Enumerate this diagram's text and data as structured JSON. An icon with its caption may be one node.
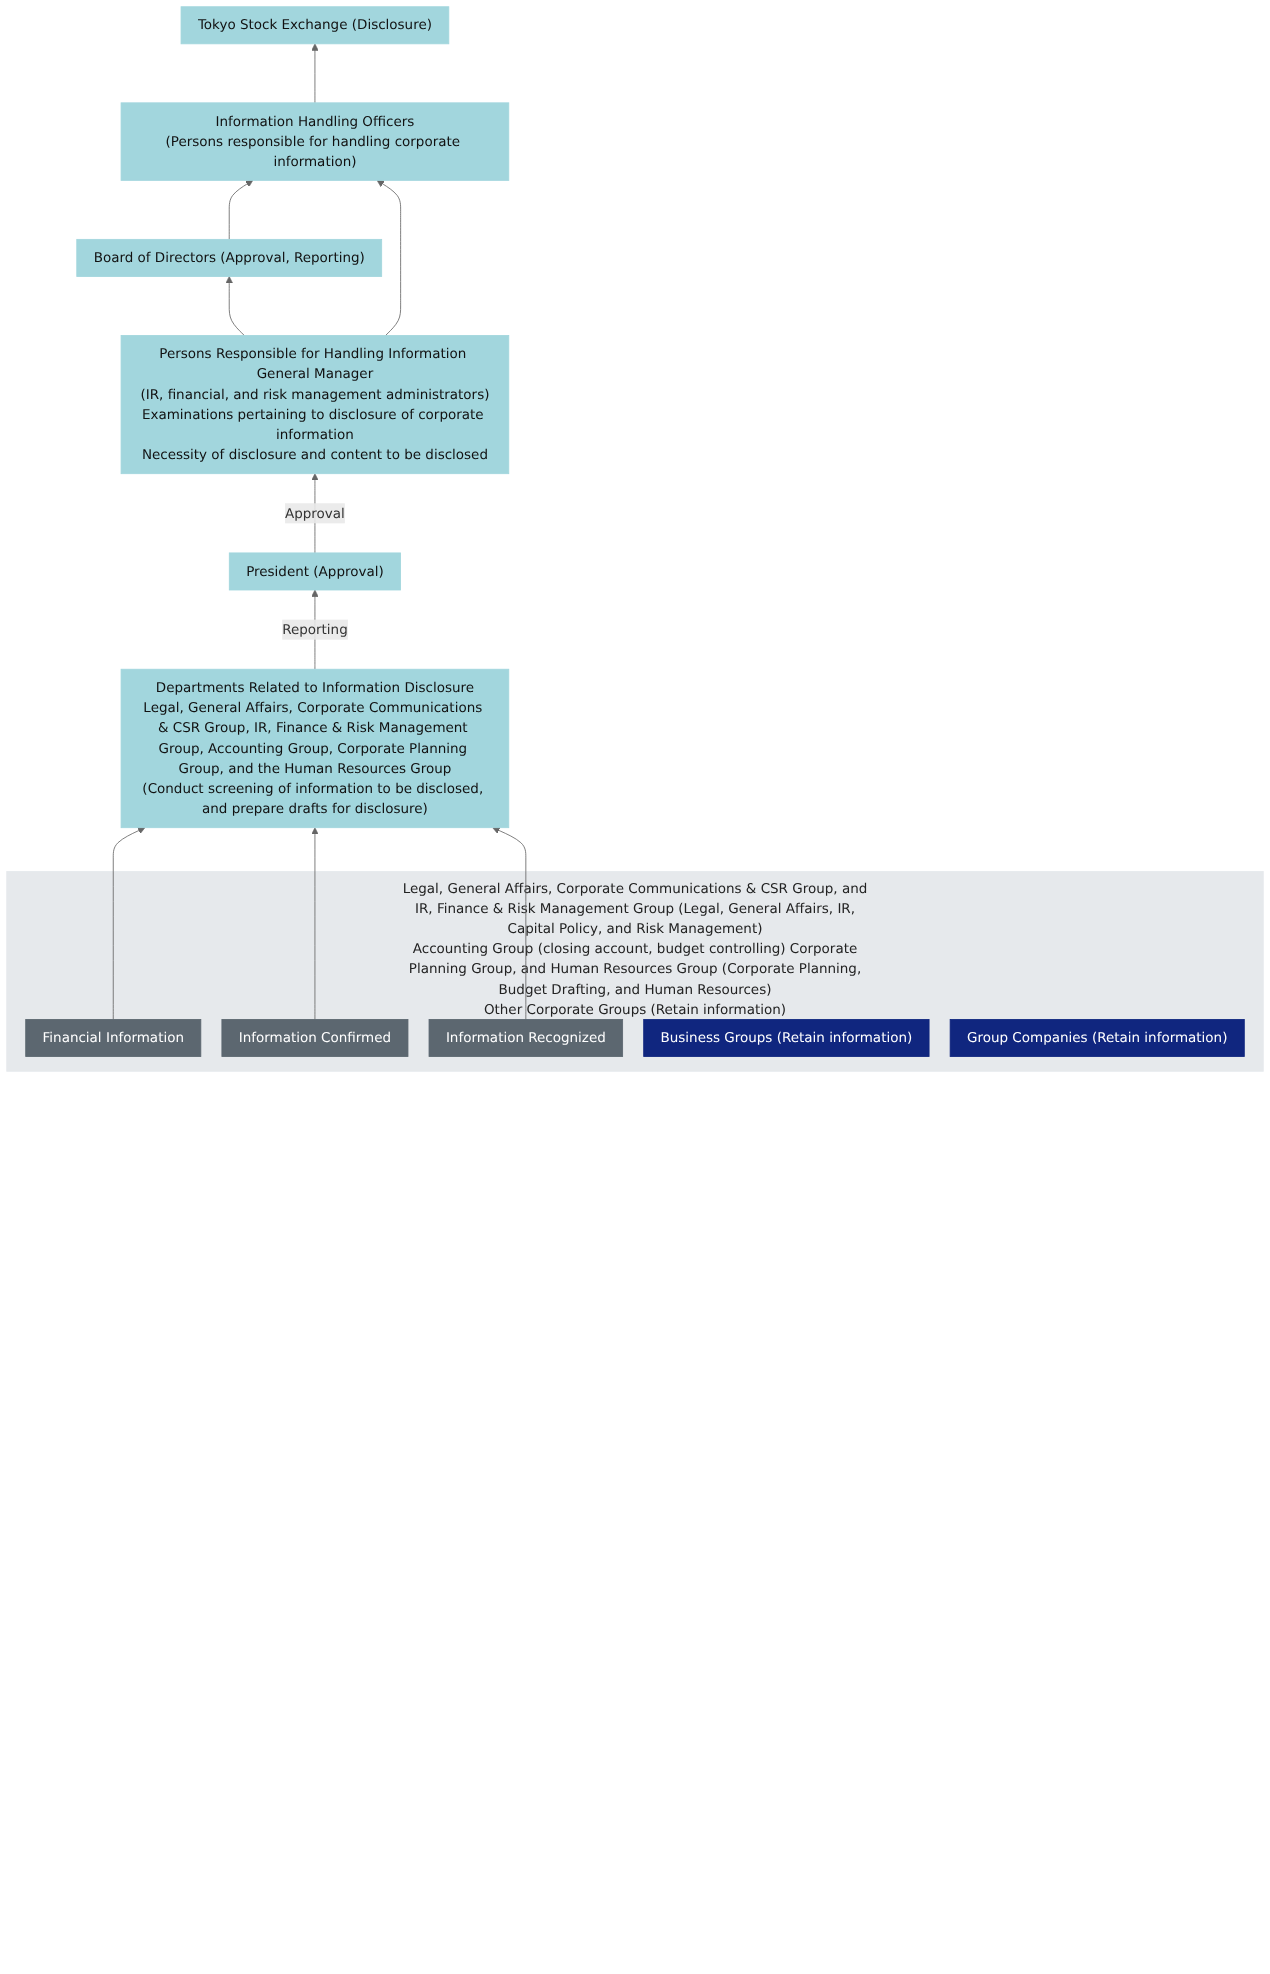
{
  "diagram": {
    "nodes": [
      {
        "text": [
          "Tokyo Stock Exchange (Disclosure)"
        ]
      },
      {
        "text": [
          "Information Handling Officers",
          "(Persons responsible for handling corporate information)"
        ]
      },
      {
        "text": [
          "Board of Directors (Approval, Reporting)"
        ]
      },
      {
        "text": [
          "Persons Responsible for Handling Information General Manager",
          "(IR, financial, and risk management administrators)",
          "Examinations pertaining to disclosure of corporate information",
          "Necessity of disclosure and content to be disclosed"
        ]
      },
      {
        "text": [
          "President (Approval)"
        ]
      },
      {
        "text": [
          "Departments Related to Information Disclosure",
          "Legal, General Affairs, Corporate Communications & CSR Group, IR, Finance & Risk Management Group, Accounting Group, Corporate Planning Group, and the Human Resources Group",
          "(Conduct screening of information to be disclosed, and prepare drafts for disclosure)"
        ]
      },
      {
        "text": [
          "Legal, General Affairs, Corporate Communications & CSR Group, and IR, Finance & Risk Management Group (Legal, General Affairs, IR, Capital Policy, and Risk Management)",
          "Accounting Group (closing account, budget controlling) Corporate Planning Group, and Human Resources Group (Corporate Planning, Budget Drafting, and Human Resources)",
          "Other Corporate Groups (Retain information)"
        ]
      },
      {
        "text": [
          "Financial Information"
        ],
        "in": 6
      },
      {
        "text": [
          "Information Confirmed"
        ],
        "in": 6
      },
      {
        "text": [
          "Information Recognized"
        ],
        "in": 6
      },
      {
        "text": [
          "Business Groups (Retain information)"
        ],
        "in": 6
      },
      {
        "text": [
          "Group Companies (Retain information)"
        ],
        "in": 6
      }
    ],
    "edges": [
      {
        "from": 1,
        "to": 0,
        "arrow": "to"
      },
      {
        "from": 2,
        "to": 1,
        "arrow": "to"
      },
      {
        "from": 3,
        "to": 2,
        "arrow": "to"
      },
      {
        "from": 3,
        "to": 1,
        "arrow": "to"
      },
      {
        "from": 4,
        "to": 3,
        "arrow": "to",
        "label": "Approval"
      },
      {
        "from": 5,
        "to": 4,
        "arrow": "to",
        "label": "Reporting"
      },
      {
        "from": 7,
        "to": 5,
        "arrow": "to"
      },
      {
        "from": 8,
        "to": 5,
        "arrow": "to"
      },
      {
        "from": 9,
        "to": 5,
        "arrow": "to"
      }
    ]
  }
}
